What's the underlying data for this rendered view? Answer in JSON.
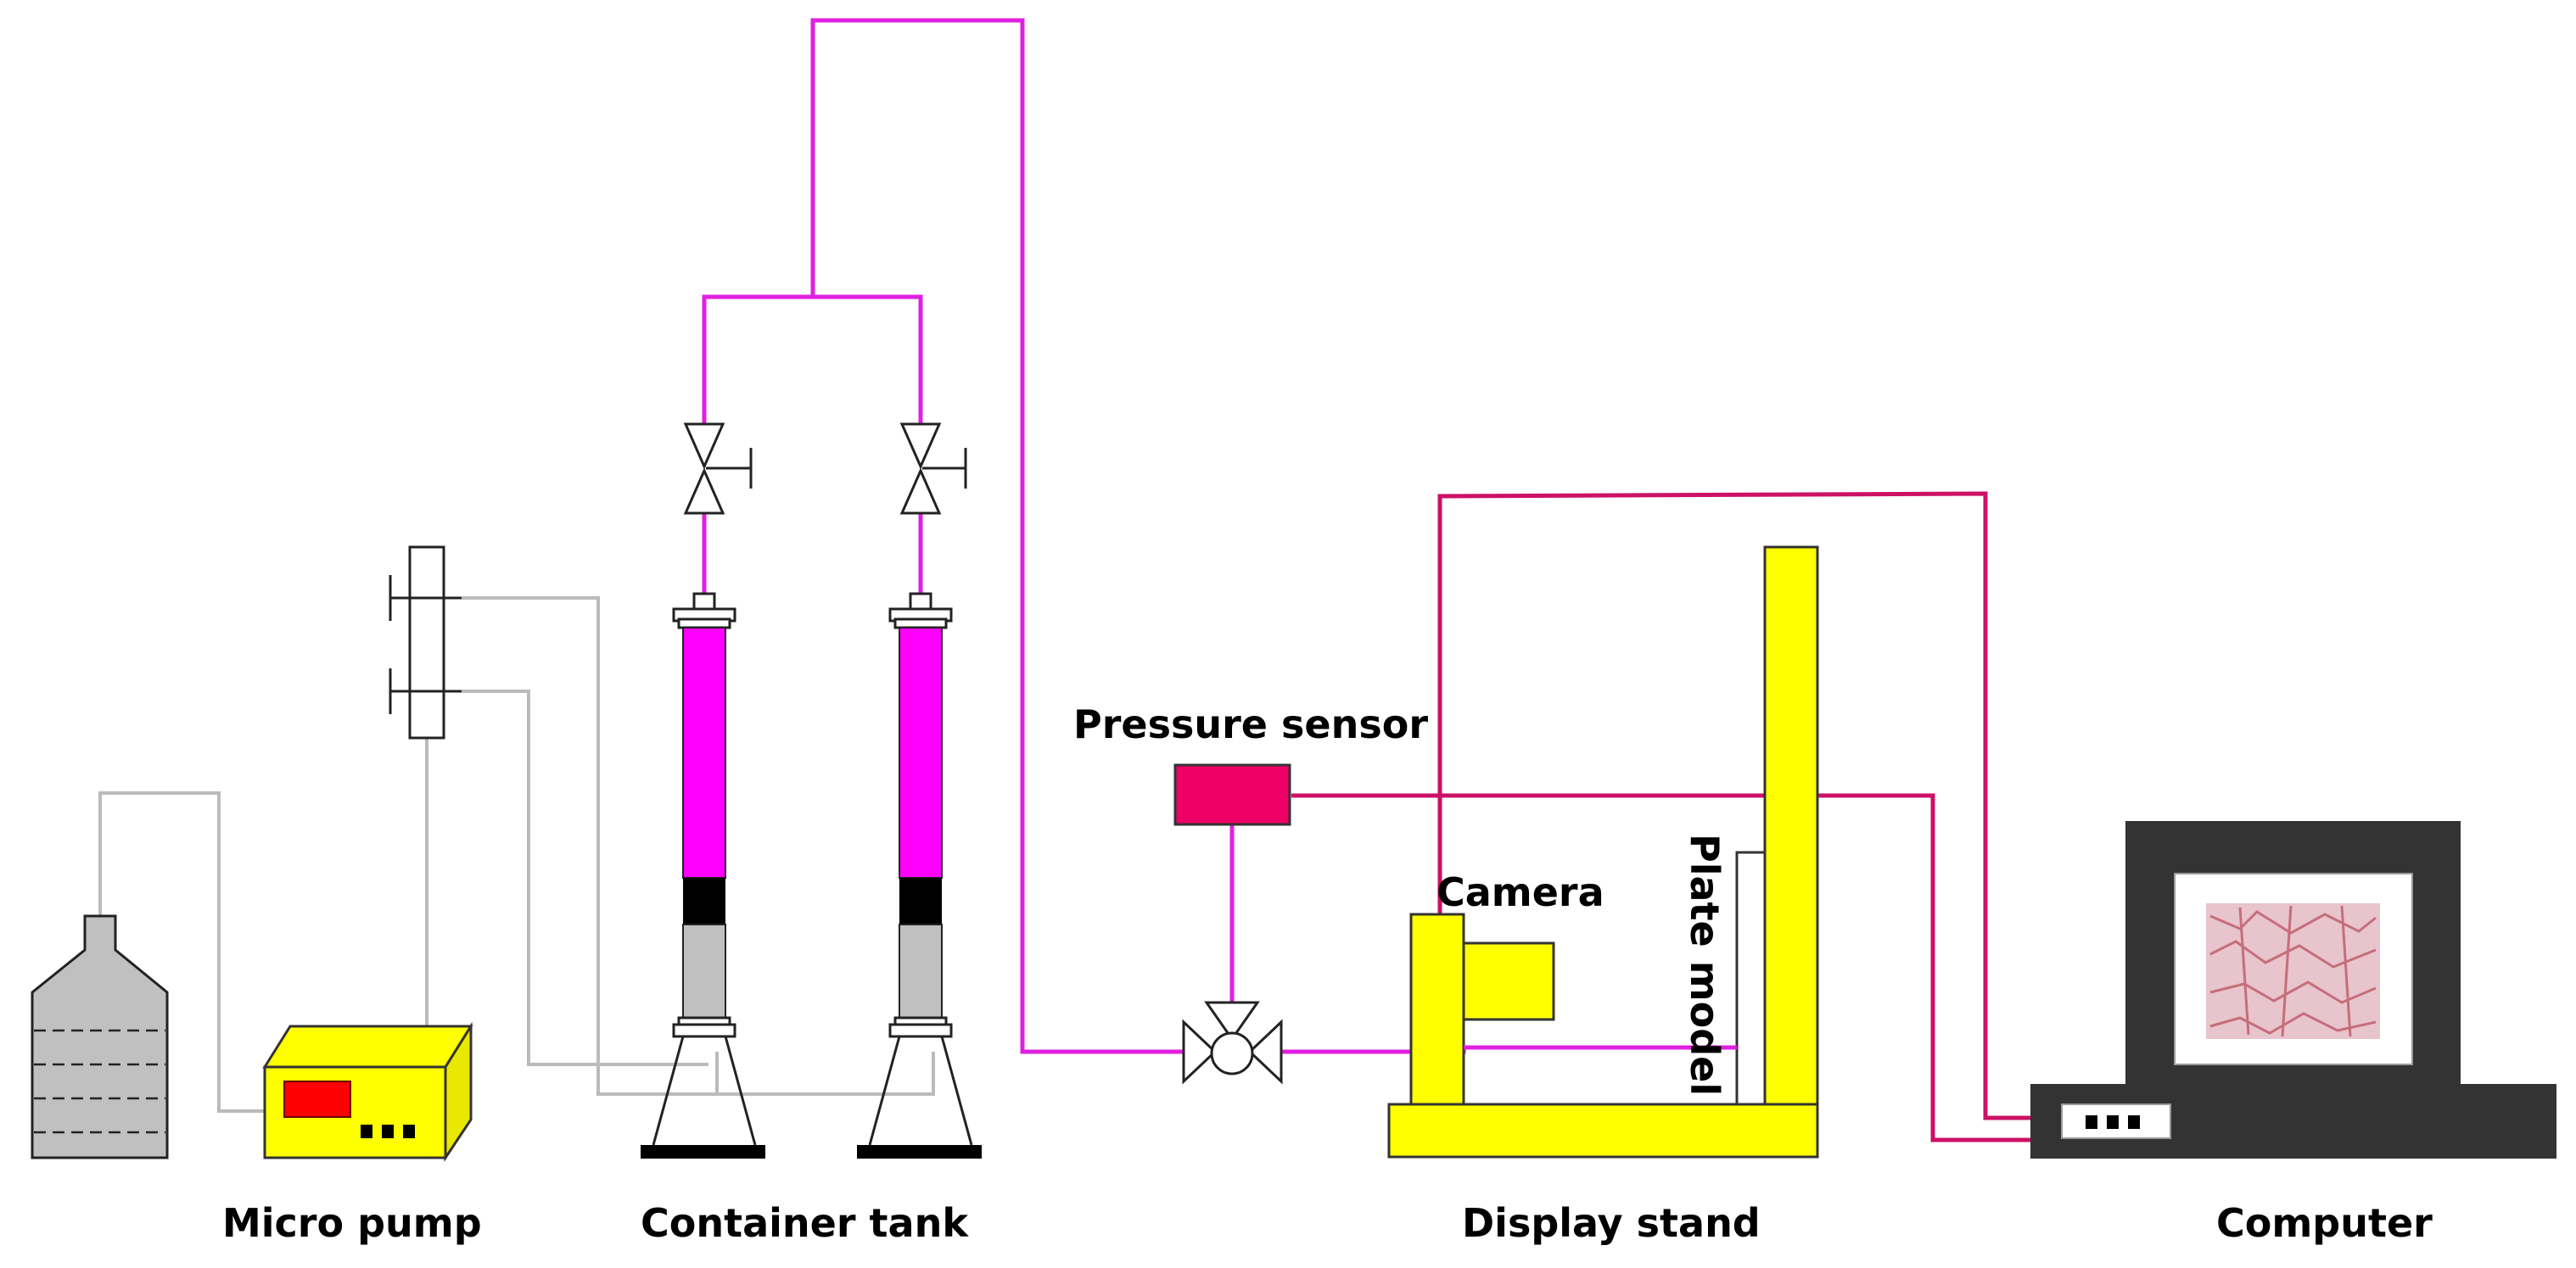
{
  "labels": {
    "micro_pump": "Micro pump",
    "container_tank": "Container tank",
    "display_stand": "Display stand",
    "computer": "Computer",
    "pressure_sensor": "Pressure sensor",
    "camera": "Camera",
    "plate_model": "Plate model"
  },
  "colors": {
    "magenta_line": "#e020e0",
    "crimson_line": "#cc1166",
    "gray_line": "#bbbbbb",
    "tank_fluid": "#ff00ff",
    "piston": "#000000",
    "tank_lower": "#c0c0c0",
    "yellow": "#ffff00",
    "pressure_sensor": "#ee0066",
    "pump_display": "#ff0000",
    "computer_body": "#333333",
    "bottle": "#c0c0c0"
  }
}
